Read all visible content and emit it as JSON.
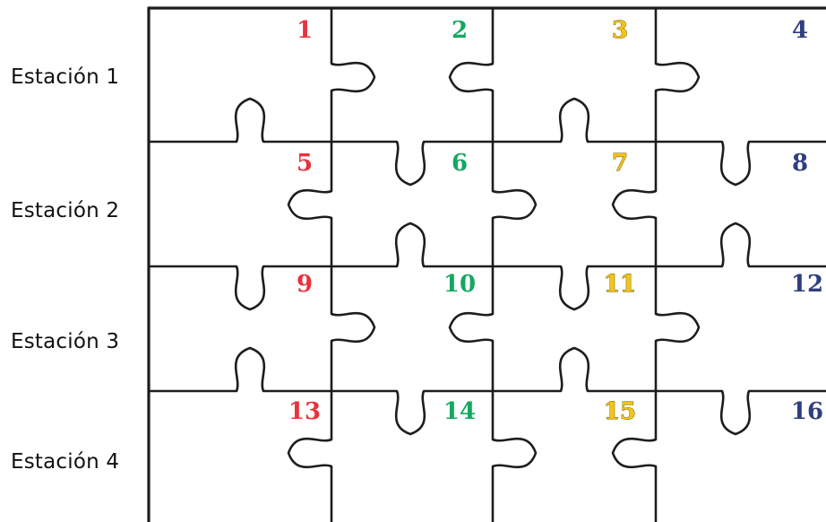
{
  "stations": [
    "Estación 1",
    "Estación 2",
    "Estación 3",
    "Estación 4"
  ],
  "pieces": [
    {
      "number": "1",
      "color": "#e8323c"
    },
    {
      "number": "2",
      "color": "#13a85f"
    },
    {
      "number": "3",
      "color": "#f2c418"
    },
    {
      "number": "4",
      "color": "#2f3f7e"
    },
    {
      "number": "5",
      "color": "#e8323c"
    },
    {
      "number": "6",
      "color": "#13a85f"
    },
    {
      "number": "7",
      "color": "#f2c418"
    },
    {
      "number": "8",
      "color": "#2f3f7e"
    },
    {
      "number": "9",
      "color": "#e8323c"
    },
    {
      "number": "10",
      "color": "#13a85f"
    },
    {
      "number": "11",
      "color": "#f2c418"
    },
    {
      "number": "12",
      "color": "#2f3f7e"
    },
    {
      "number": "13",
      "color": "#e8323c"
    },
    {
      "number": "14",
      "color": "#13a85f"
    },
    {
      "number": "15",
      "color": "#f2c418"
    },
    {
      "number": "16",
      "color": "#2f3f7e"
    }
  ]
}
